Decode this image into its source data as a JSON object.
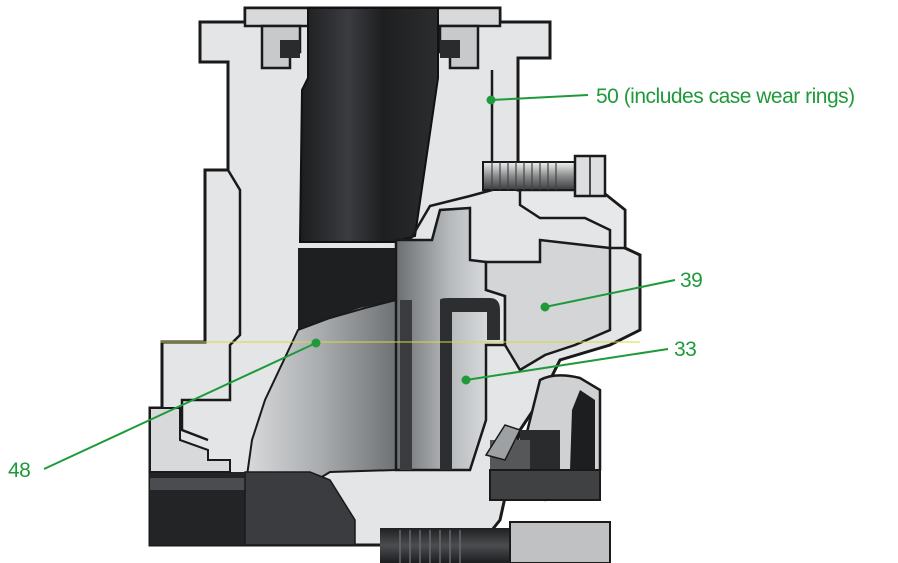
{
  "colors": {
    "callout": "#1f9a3a",
    "casing_fill": "#e3e5e6",
    "casing_stroke": "#1a1a1a",
    "dark_metal": "#2a2b2d",
    "mid_metal": "#8c8f92",
    "light_metal": "#c9cbcd"
  },
  "callouts": [
    {
      "id": "50",
      "label": "50 (includes case wear rings)"
    },
    {
      "id": "39",
      "label": "39"
    },
    {
      "id": "33",
      "label": "33"
    },
    {
      "id": "48",
      "label": "48"
    }
  ]
}
